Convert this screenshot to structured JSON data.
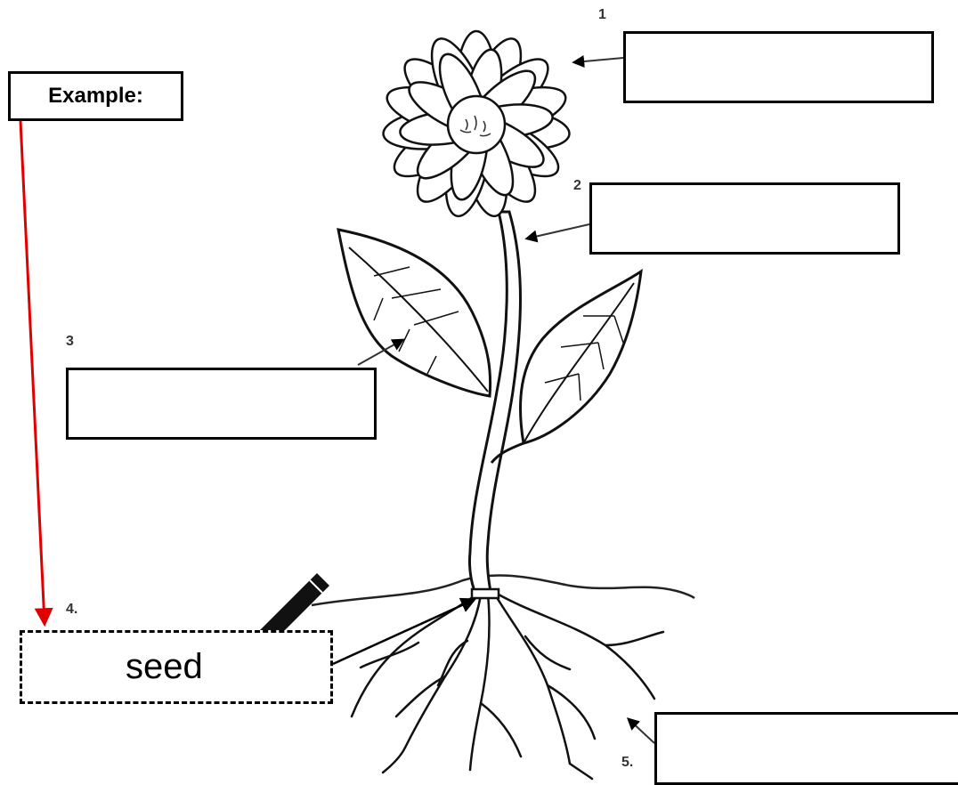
{
  "example": {
    "label": "Example:"
  },
  "numbers": [
    "1",
    "2",
    "3",
    "4.",
    "5."
  ],
  "answers": {
    "box4": "seed"
  },
  "colors": {
    "example_arrow": "#e00000",
    "ink": "#000000"
  },
  "icons": [
    "pencil-icon"
  ]
}
